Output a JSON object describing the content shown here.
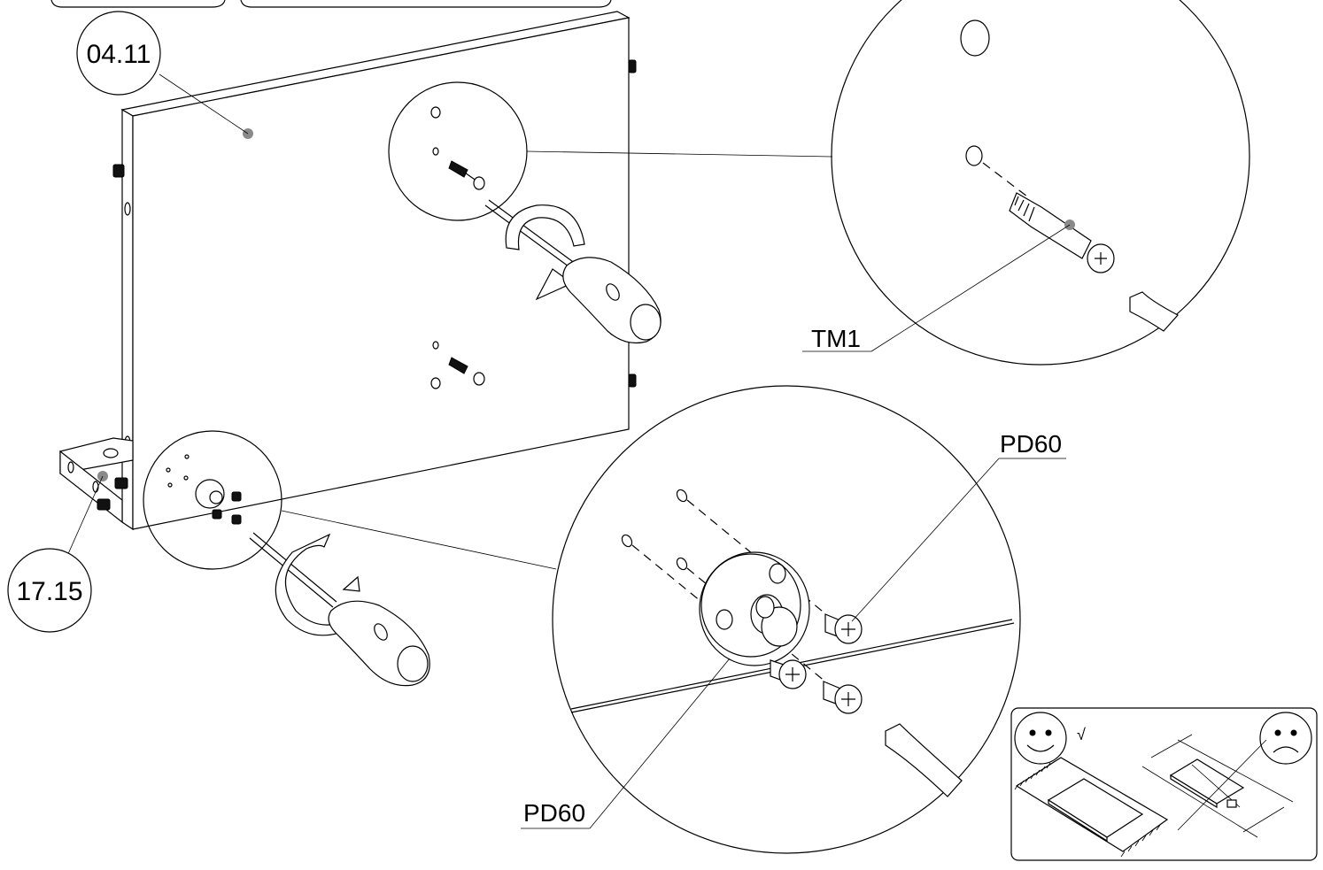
{
  "callouts": {
    "panel_top": "04.11",
    "panel_bottom": "17.15"
  },
  "parts": {
    "cam_fitting": "TM1",
    "plate_screw_top": "PD60",
    "plate_screw_bottom": "PD60"
  },
  "icons": {
    "good": "happy-face-icon",
    "good_mark": "√",
    "bad": "sad-face-icon"
  },
  "colors": {
    "line": "#000000",
    "marker": "#8a8a8a",
    "background": "#ffffff"
  }
}
